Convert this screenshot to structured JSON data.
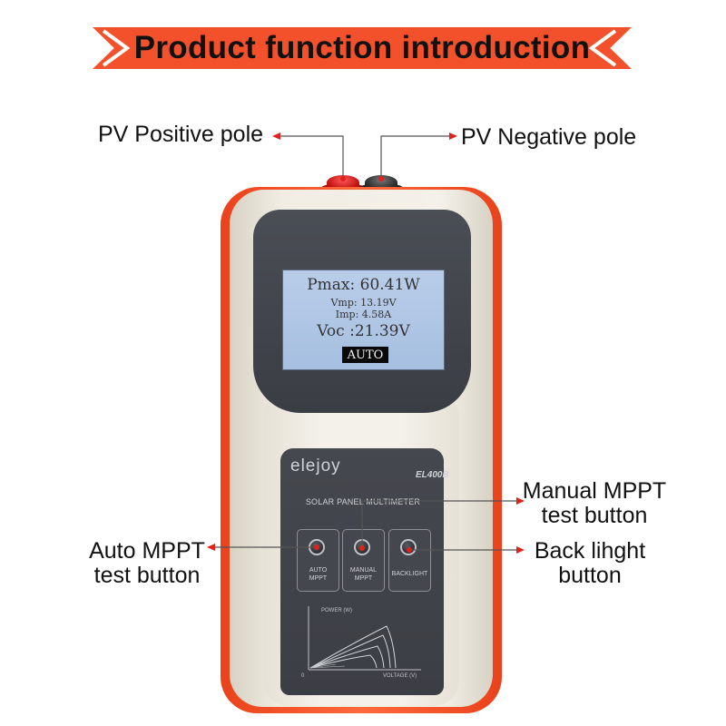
{
  "title": "Product function introduction",
  "colors": {
    "banner": "#f2512c",
    "case_orange": "#f04a22",
    "case_white": "#f2efe8",
    "panel_gray": "#42454b",
    "lcd_blue": "#afc6e4",
    "pointer": "#e0221b"
  },
  "callouts": {
    "pv_positive": "PV Positive pole",
    "pv_negative": "PV Negative pole",
    "manual_line1": "Manual MPPT",
    "manual_line2": "test button",
    "auto_line1": "Auto MPPT",
    "auto_line2": "test button",
    "backlight_line1": "Back lihght",
    "backlight_line2": "button"
  },
  "lcd": {
    "pmax": "Pmax: 60.41W",
    "vmp": "Vmp: 13.19V",
    "imp": "Imp: 4.58A",
    "voc": "Voc :21.39V",
    "mode": "AUTO"
  },
  "device": {
    "brand": "elejoy",
    "model": "EL400B",
    "subtitle": "SOLAR PANEL MULTIMETER",
    "keys": [
      {
        "line1": "AUTO",
        "line2": "MPPT"
      },
      {
        "line1": "MANUAL",
        "line2": "MPPT"
      },
      {
        "line1": "BACKLIGHT",
        "line2": ""
      }
    ],
    "graph": {
      "y_label": "POWER (W)",
      "x_label": "VOLTAGE (V)",
      "origin": "0"
    }
  }
}
